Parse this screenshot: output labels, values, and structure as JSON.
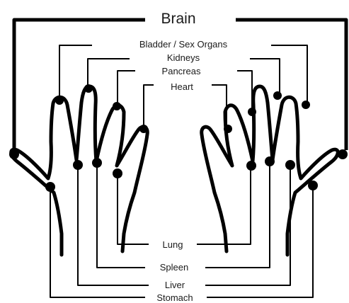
{
  "diagram": {
    "ink": "#000000",
    "background": "#ffffff",
    "labels": {
      "brain": "Brain",
      "bladder": "Bladder / Sex Organs",
      "kidneys": "Kidneys",
      "pancreas": "Pancreas",
      "heart": "Heart",
      "lung": "Lung",
      "spleen": "Spleen",
      "liver": "Liver",
      "stomach": "Stomach"
    }
  }
}
